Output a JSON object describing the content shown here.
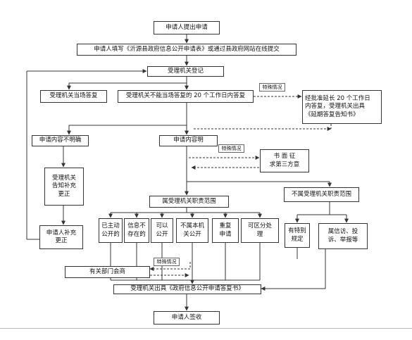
{
  "nodes": {
    "start": "申请人提出申请",
    "submit": "申请人填写《沂源县政府信息公开申请表》或通过县政府网站在线提交",
    "register": "受理机关登记",
    "reply_now": "受理机关当场答复",
    "reply_20": "受理机关不能当场答复的 20 个工作日内答复",
    "extend": "经批准延长 20 个工作日\n内答复，受理机关出具\n《延期答复告知书》",
    "unclear": "申请内容不明确",
    "clear": "申请内容明",
    "notify_supp": "受理机关\n告知补充\n更正",
    "applicant_supp": "申请人补充\n更正",
    "third_party": "书 面 征\n求第三方意",
    "in_scope": "属受理机关职责范围",
    "out_scope": "不属受理机关职责范围",
    "published": "已主动\n公开的",
    "not_exist": "信息不\n存在的",
    "can_disclose": "可以\n公开",
    "not_body": "不属本机\n关公开",
    "duplicate": "重复\n申请",
    "separable": "可区分处\n理",
    "special_rule": "有特别\n规定",
    "petition": "属信访、投\n诉、举报等",
    "consult": "有关部门会商",
    "reply_form": "受理机关出具《政府信息公开申请答复书》",
    "sign": "申请人签收"
  },
  "notes": {
    "special_1": "特殊情况",
    "special_2": "特殊情况",
    "special_3": "特殊情况"
  }
}
